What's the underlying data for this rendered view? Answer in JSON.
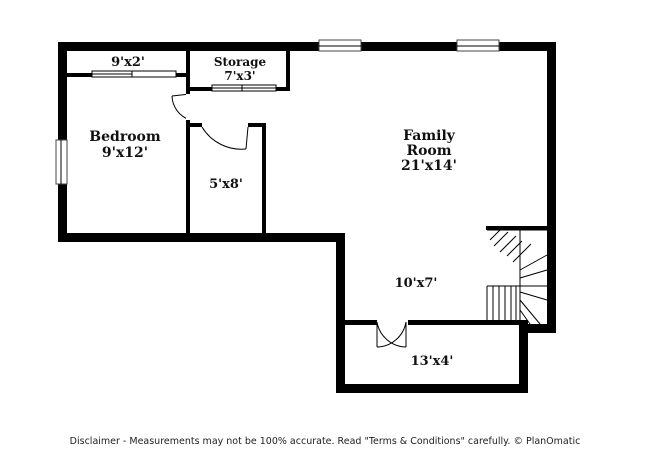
{
  "rooms": {
    "closet_top": {
      "dims": "9'x2'"
    },
    "storage": {
      "name": "Storage",
      "dims": "7'x3'"
    },
    "bedroom": {
      "name": "Bedroom",
      "dims": "9'x12'"
    },
    "closet_mid": {
      "dims": "5'x8'"
    },
    "family": {
      "name_line1": "Family",
      "name_line2": "Room",
      "dims": "21'x14'"
    },
    "hall": {
      "dims": "10'x7'"
    },
    "bottom": {
      "dims": "13'x4'"
    }
  },
  "disclaimer": "Disclaimer - Measurements may not be 100% accurate. Read \"Terms & Conditions\" carefully. © PlanOmatic"
}
